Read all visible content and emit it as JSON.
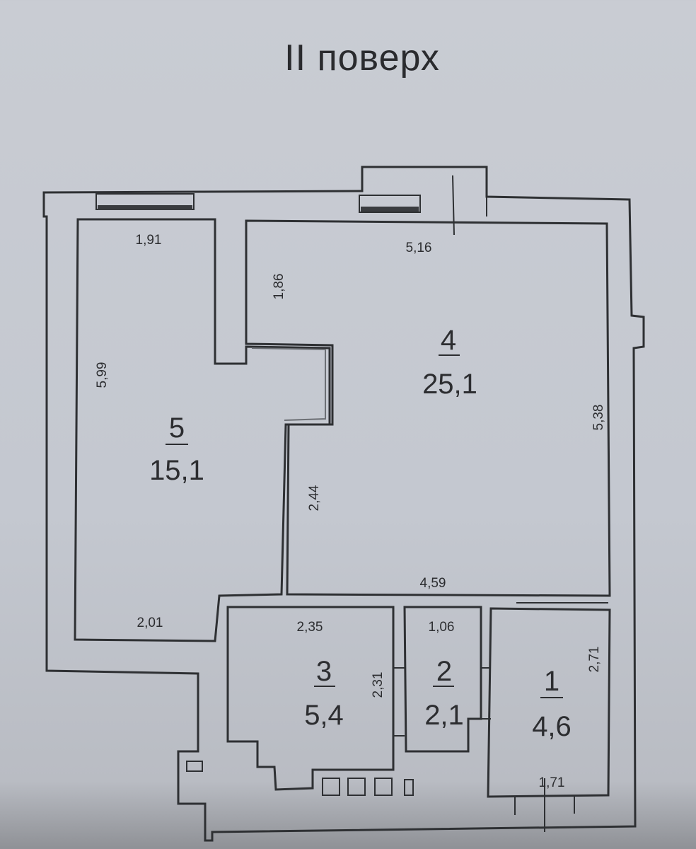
{
  "title": "II поверх",
  "rooms": [
    {
      "id": "5",
      "number": "5",
      "area": "15,1"
    },
    {
      "id": "4",
      "number": "4",
      "area": "25,1"
    },
    {
      "id": "3",
      "number": "3",
      "area": "5,4"
    },
    {
      "id": "2",
      "number": "2",
      "area": "2,1"
    },
    {
      "id": "1",
      "number": "1",
      "area": "4,6"
    }
  ],
  "dimensions": {
    "room5_top": "1,91",
    "room5_left": "5,99",
    "room5_bottom": "2,01",
    "room4_top": "5,16",
    "room4_niche": "1,86",
    "room4_right": "5,38",
    "room4_partition": "2,44",
    "room4_bottom": "4,59",
    "room3_top": "2,35",
    "room3_side": "2,31",
    "room2_top": "1,06",
    "room1_side": "2,71",
    "room1_bottom": "1,71"
  },
  "colors": {
    "paper": "#c6c9d0",
    "line": "#2e3033"
  }
}
